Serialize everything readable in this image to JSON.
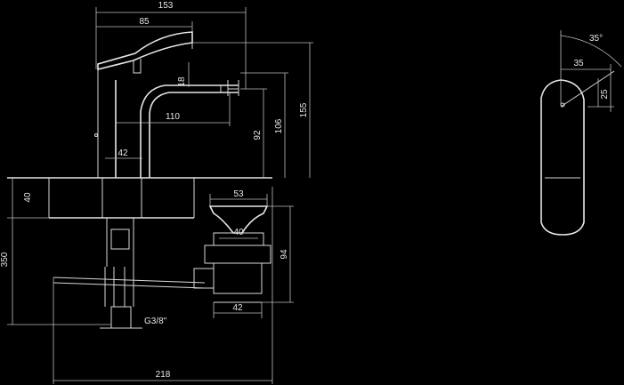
{
  "colors": {
    "background": "#000000",
    "line": "#d9d9d9",
    "text": "#e6e6e6"
  },
  "dimensions": {
    "overall_width": "153",
    "spout_reach": "85",
    "spout_height": "18",
    "spout_projection": "110",
    "under_spout": "92",
    "outlet_height": "106",
    "total_height": "155",
    "body_diameter": "42",
    "deck_thickness": "40",
    "waste_top": "53",
    "waste_inner": "40",
    "waste_bottom": "42",
    "waste_height": "94",
    "thread": "G3/8\"",
    "under_deck": "350",
    "total_width": "218",
    "handle_angle": "35°",
    "handle_offset": "35",
    "handle_height": "25"
  }
}
